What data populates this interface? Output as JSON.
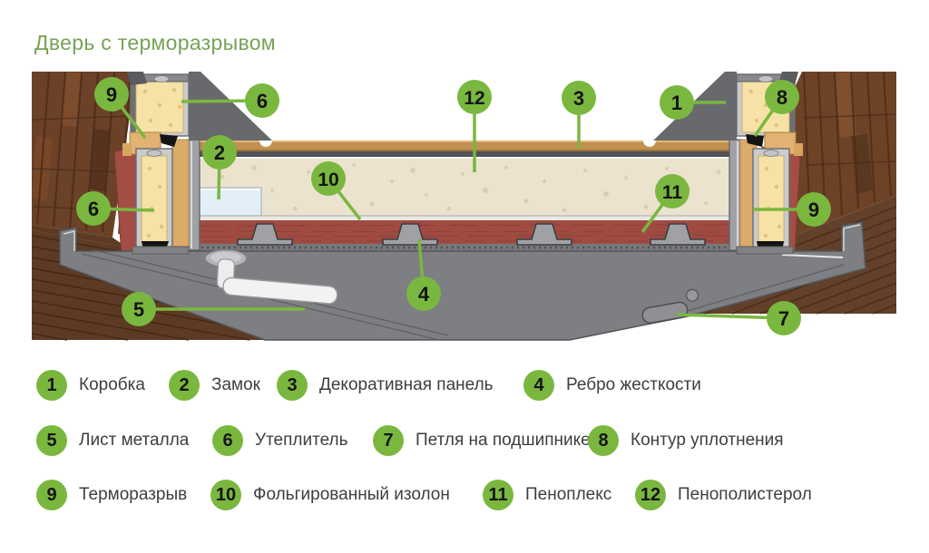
{
  "title": "Дверь с терморазрывом",
  "colors": {
    "accent_green": "#7ab73f",
    "title_green": "#76a356",
    "brick": "#6b4127",
    "penoplex_red": "#a04b42",
    "foam_cream": "#ebe3ce",
    "insulation_yellow": "#f6e2a6",
    "metal_gray": "#7d7f82",
    "wood_strip_tan": "#dcaa69"
  },
  "callouts": [
    {
      "num": "9"
    },
    {
      "num": "6"
    },
    {
      "num": "12"
    },
    {
      "num": "3"
    },
    {
      "num": "1"
    },
    {
      "num": "8"
    },
    {
      "num": "2"
    },
    {
      "num": "10"
    },
    {
      "num": "11"
    },
    {
      "num": "6"
    },
    {
      "num": "9"
    },
    {
      "num": "4"
    },
    {
      "num": "5"
    },
    {
      "num": "7"
    }
  ],
  "legend": {
    "items": [
      {
        "num": "1",
        "label": "Коробка"
      },
      {
        "num": "2",
        "label": "Замок"
      },
      {
        "num": "3",
        "label": "Декоративная панель"
      },
      {
        "num": "4",
        "label": "Ребро жесткости"
      },
      {
        "num": "5",
        "label": "Лист металла"
      },
      {
        "num": "6",
        "label": "Утеплитель"
      },
      {
        "num": "7",
        "label": "Петля на подшипнике"
      },
      {
        "num": "8",
        "label": "Контур уплотнения"
      },
      {
        "num": "9",
        "label": "Терморазрыв"
      },
      {
        "num": "10",
        "label": "Фольгированный изолон"
      },
      {
        "num": "11",
        "label": "Пеноплекс"
      },
      {
        "num": "12",
        "label": "Пенополистерол"
      }
    ]
  }
}
